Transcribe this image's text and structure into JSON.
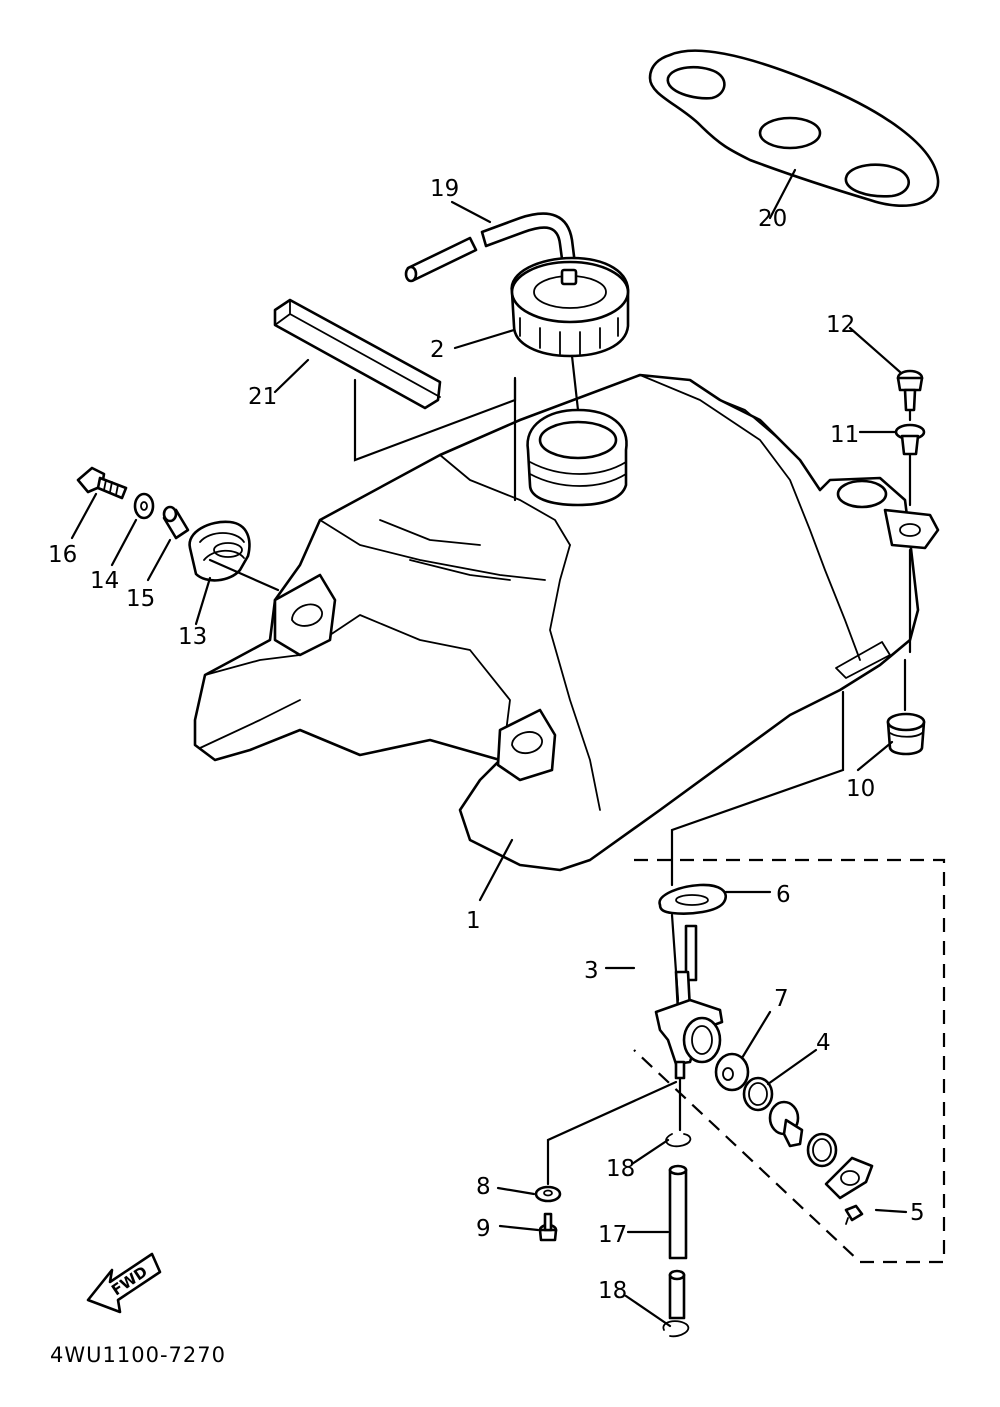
{
  "diagram": {
    "drawing_code": "4WU1100-7270",
    "direction_label": "FWD",
    "callouts": [
      {
        "id": "c1",
        "text": "1"
      },
      {
        "id": "c2",
        "text": "2"
      },
      {
        "id": "c3",
        "text": "3"
      },
      {
        "id": "c4",
        "text": "4"
      },
      {
        "id": "c5",
        "text": "5"
      },
      {
        "id": "c6",
        "text": "6"
      },
      {
        "id": "c7",
        "text": "7"
      },
      {
        "id": "c8",
        "text": "8"
      },
      {
        "id": "c9",
        "text": "9"
      },
      {
        "id": "c10",
        "text": "10"
      },
      {
        "id": "c11",
        "text": "11"
      },
      {
        "id": "c12",
        "text": "12"
      },
      {
        "id": "c13",
        "text": "13"
      },
      {
        "id": "c14",
        "text": "14"
      },
      {
        "id": "c15",
        "text": "15"
      },
      {
        "id": "c16",
        "text": "16"
      },
      {
        "id": "c17",
        "text": "17"
      },
      {
        "id": "c18a",
        "text": "18"
      },
      {
        "id": "c18b",
        "text": "18"
      },
      {
        "id": "c19",
        "text": "19"
      },
      {
        "id": "c20",
        "text": "20"
      },
      {
        "id": "c21",
        "text": "21"
      }
    ]
  }
}
